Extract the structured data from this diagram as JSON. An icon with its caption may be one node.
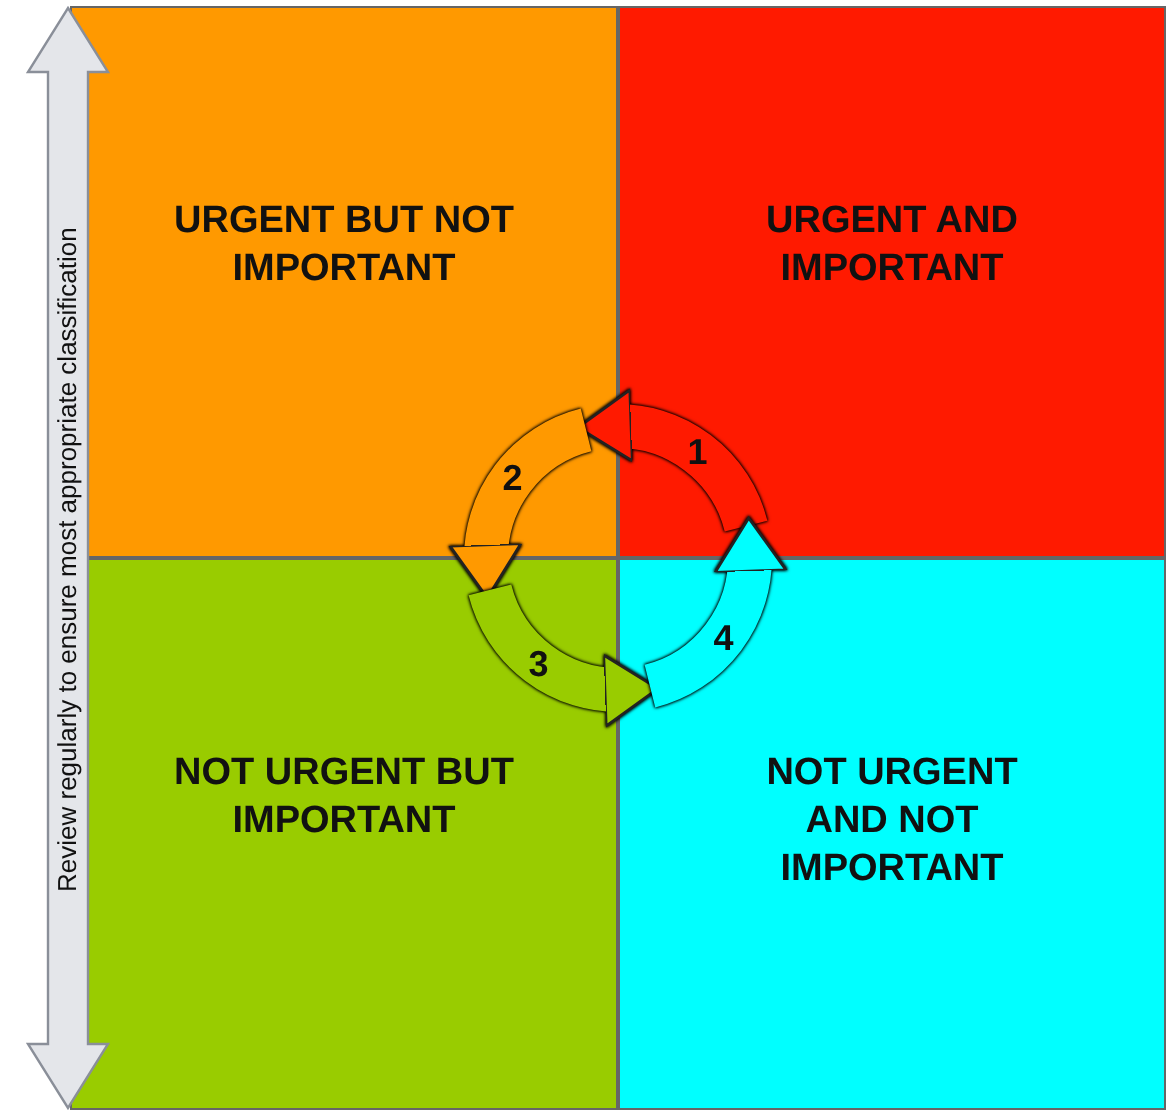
{
  "diagram": {
    "nodes": [
      {
        "text": [
          "URGENT BUT NOT IMPORTANT"
        ]
      },
      {
        "text": [
          "URGENT AND IMPORTANT"
        ]
      },
      {
        "text": [
          "NOT URGENT BUT IMPORTANT"
        ]
      },
      {
        "text": [
          "NOT URGENT AND NOT IMPORTANT"
        ]
      }
    ],
    "edges": [
      {
        "from": 1,
        "to": 0,
        "arrow": "to",
        "label": "1",
        "color": "#ff1a00"
      },
      {
        "from": 0,
        "to": 2,
        "arrow": "to",
        "label": "2",
        "color": "#ff9900"
      },
      {
        "from": 2,
        "to": 3,
        "arrow": "to",
        "label": "3",
        "color": "#99cc00"
      },
      {
        "from": 3,
        "to": 1,
        "arrow": "to",
        "label": "4",
        "color": "#00ffff"
      }
    ],
    "labels": [
      "Review regularly to ensure most appropriate classification"
    ]
  }
}
